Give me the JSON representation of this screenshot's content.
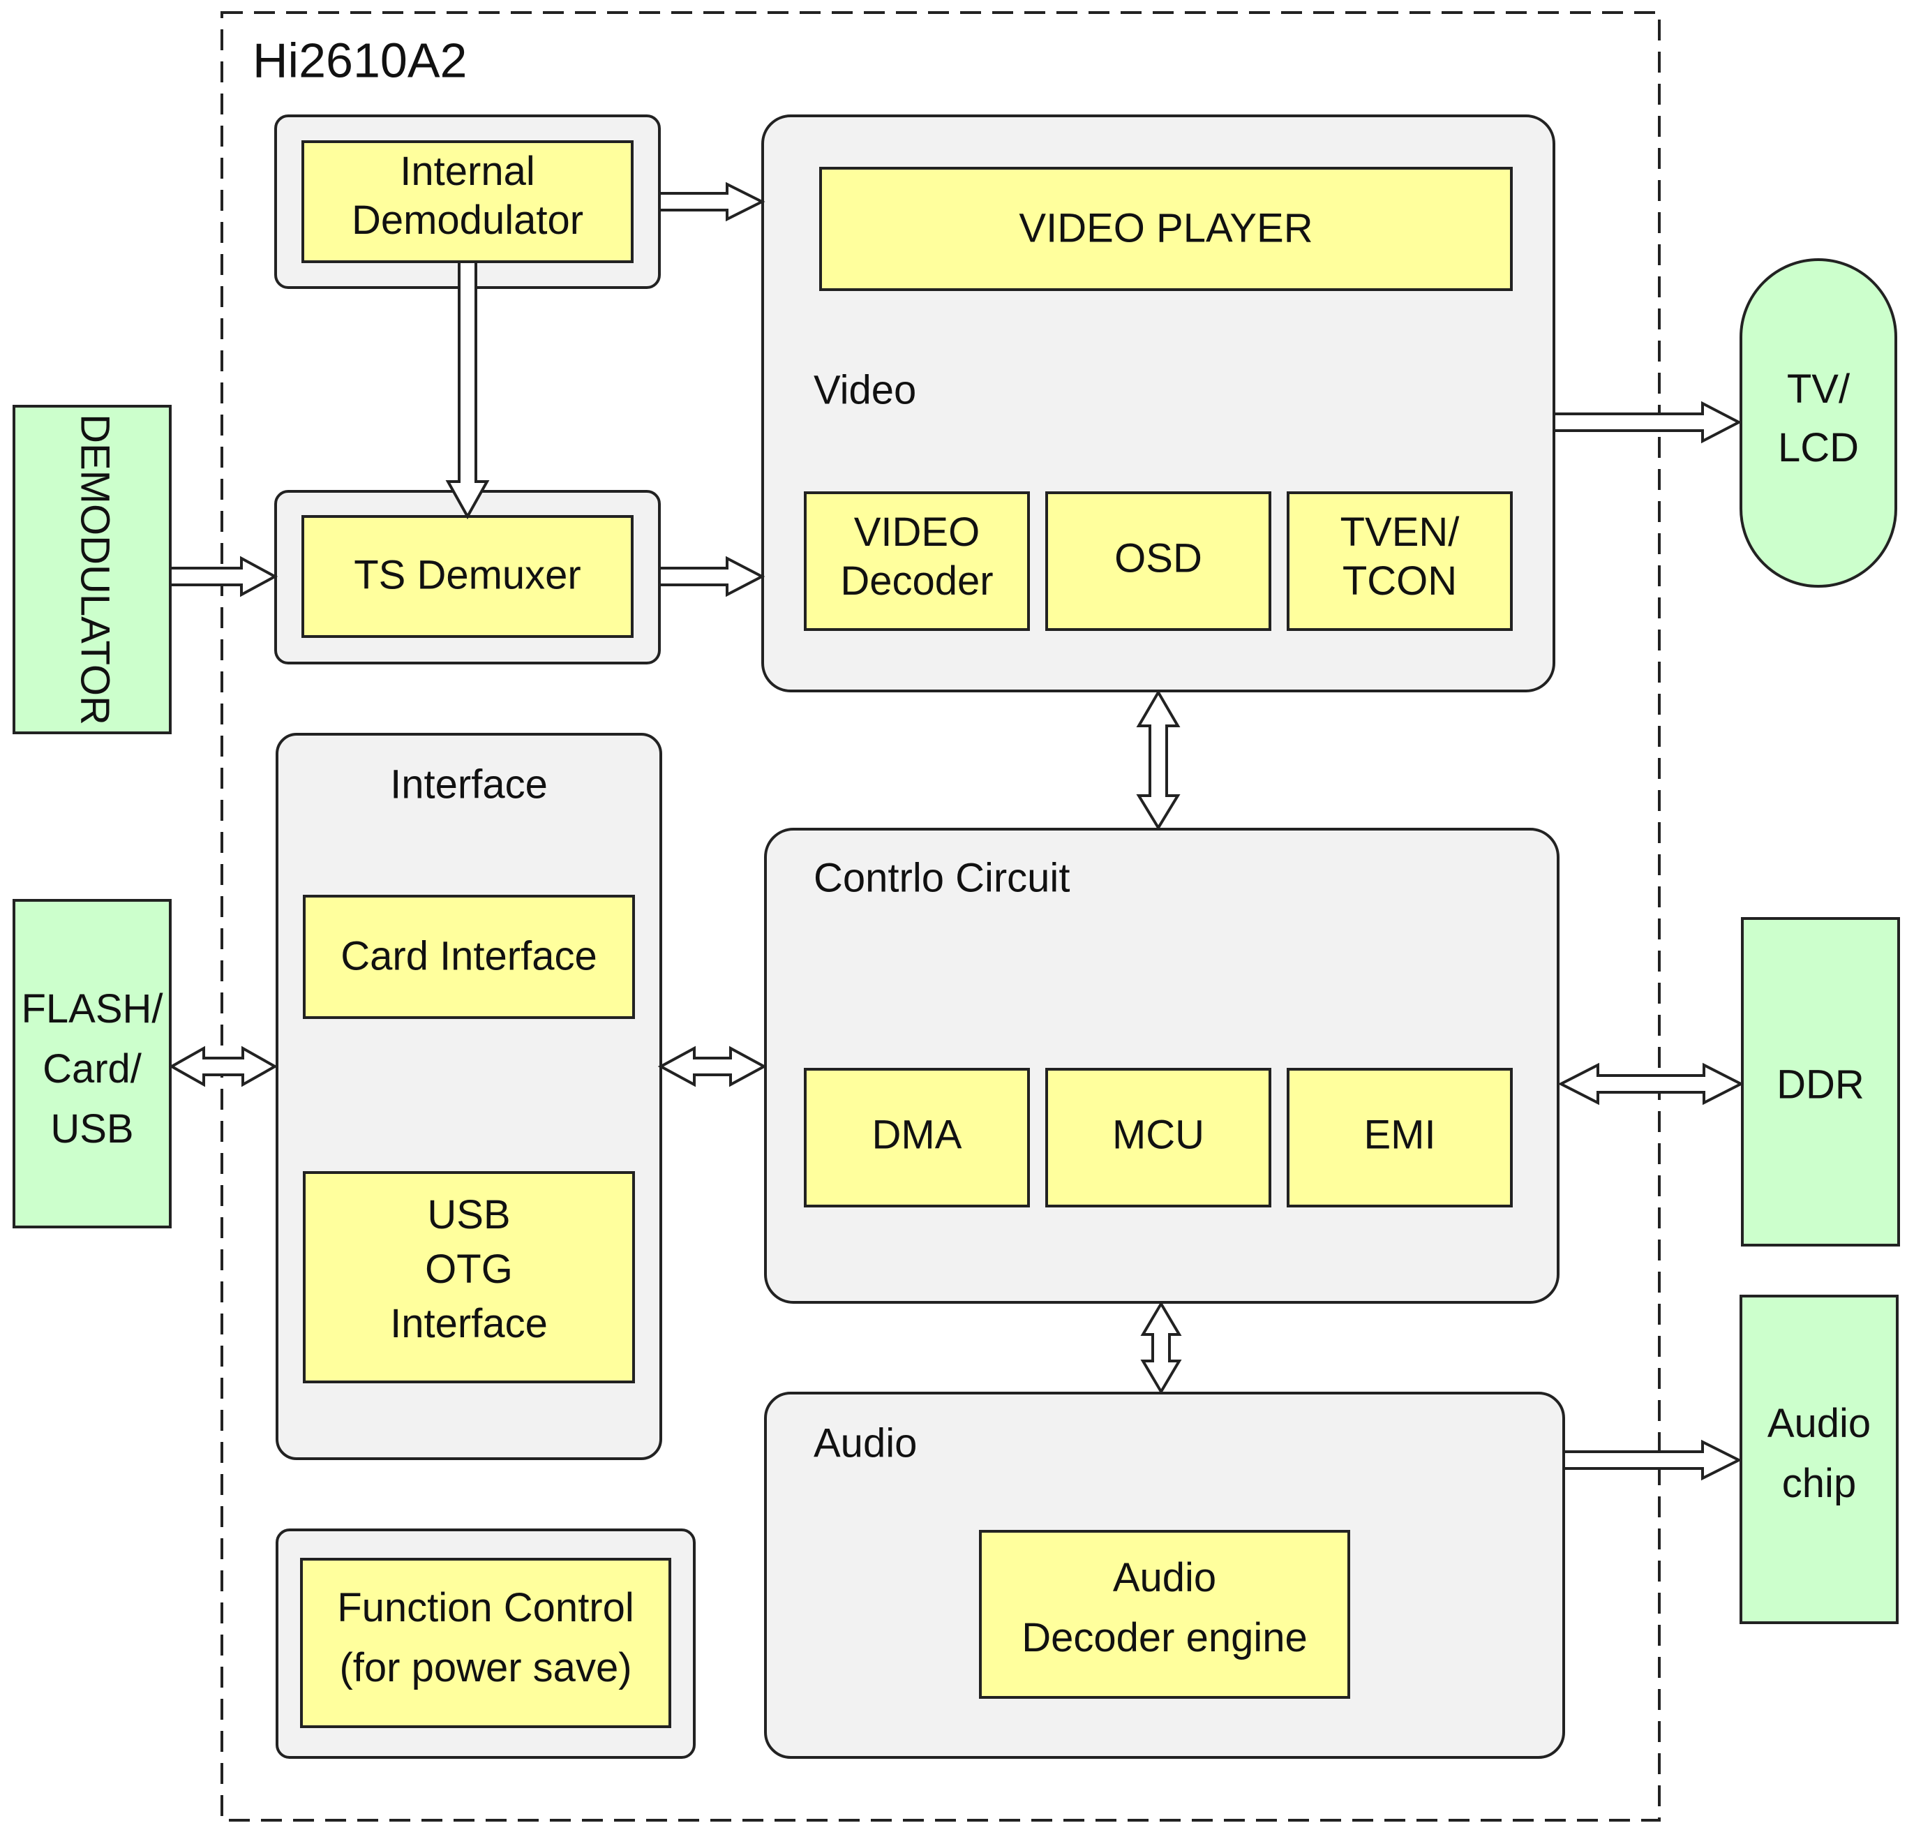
{
  "chip_title": "Hi2610A2",
  "colors": {
    "chip_block": "#ffff9d",
    "group_fill": "#f2f2f2",
    "external": "#ccffcc",
    "outline": "#222222"
  },
  "external": {
    "demodulator": "DEMODULATOR",
    "flash": [
      "FLASH/",
      "Card/",
      "USB"
    ],
    "tv_lcd": [
      "TV/",
      "LCD"
    ],
    "ddr": "DDR",
    "audio_chip": [
      "Audio",
      "chip"
    ]
  },
  "blocks": {
    "internal_demodulator": [
      "Internal",
      "Demodulator"
    ],
    "ts_demuxer": "TS Demuxer",
    "interface_group": "Interface",
    "card_interface": "Card Interface",
    "usb_otg": [
      "USB",
      "OTG",
      "Interface"
    ],
    "function_control": [
      "Function Control",
      "(for power save)"
    ],
    "video_group": "Video",
    "video_player": "VIDEO PLAYER",
    "video_decoder": [
      "VIDEO",
      "Decoder"
    ],
    "osd": "OSD",
    "tven_tcon": [
      "TVEN/",
      "TCON"
    ],
    "control_group": "Contrlo Circuit",
    "dma": "DMA",
    "mcu": "MCU",
    "emi": "EMI",
    "audio_group": "Audio",
    "audio_decoder": [
      "Audio",
      "Decoder engine"
    ]
  }
}
